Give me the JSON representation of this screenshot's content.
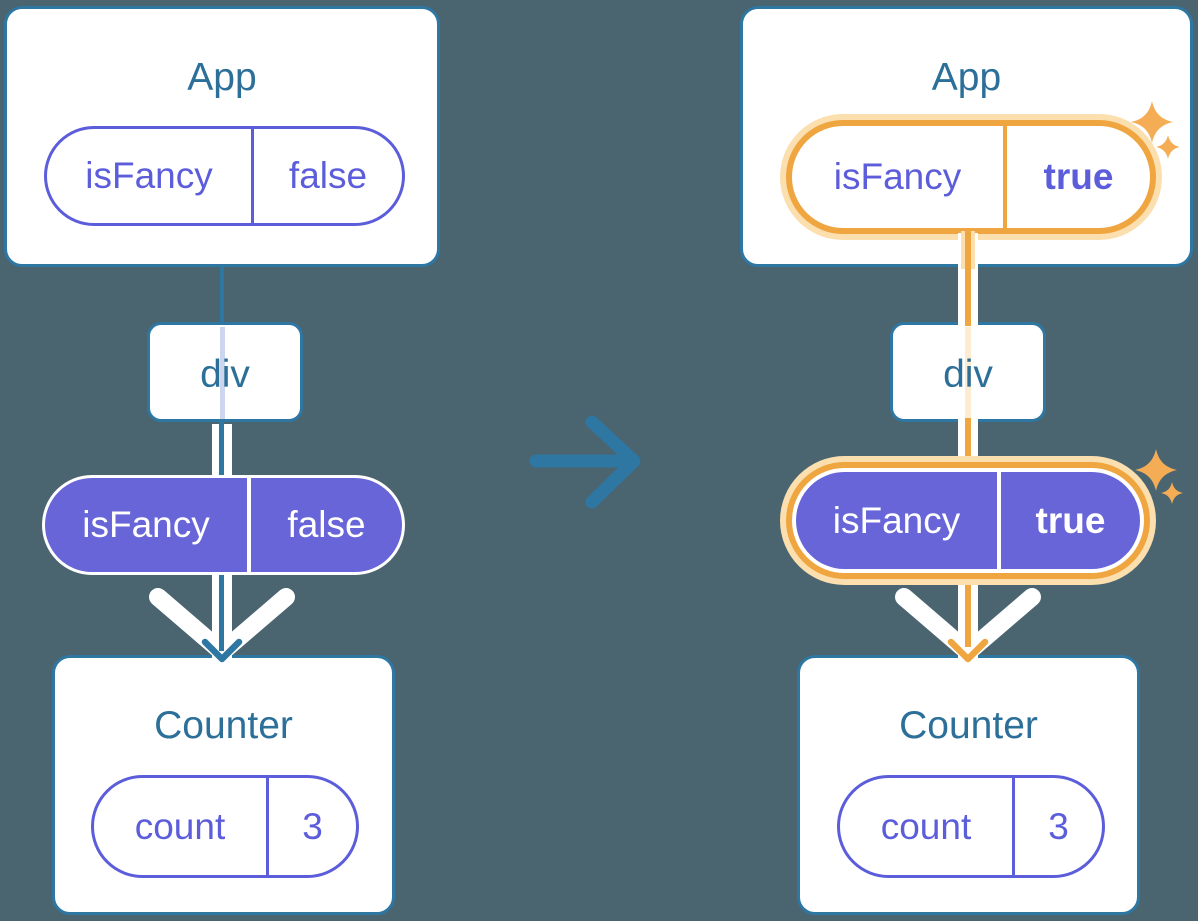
{
  "palette": {
    "background": "#4a6470",
    "card_border_teal": "#2e77a3",
    "title_blue": "#2c6f99",
    "purple_outline": "#5c5ddb",
    "purple_fill": "#6765d8",
    "context_tint_lavender": "#ccd6ee",
    "highlight_orange": "#f0a640",
    "highlight_halo_cream": "#fbdfae",
    "highlight_tint_cream": "#fcecd2",
    "sparkle_orange": "#f5ad55",
    "pipe_white": "#ffffff"
  },
  "transition_arrow": {
    "direction": "right"
  },
  "before": {
    "app_title": "App",
    "app_prop": {
      "name": "isFancy",
      "value": "false"
    },
    "div_label": "div",
    "passed_prop": {
      "name": "isFancy",
      "value": "false"
    },
    "counter_title": "Counter",
    "counter_state": {
      "name": "count",
      "value": "3"
    }
  },
  "after": {
    "app_title": "App",
    "app_prop": {
      "name": "isFancy",
      "value": "true"
    },
    "div_label": "div",
    "passed_prop": {
      "name": "isFancy",
      "value": "true"
    },
    "counter_title": "Counter",
    "counter_state": {
      "name": "count",
      "value": "3"
    }
  }
}
